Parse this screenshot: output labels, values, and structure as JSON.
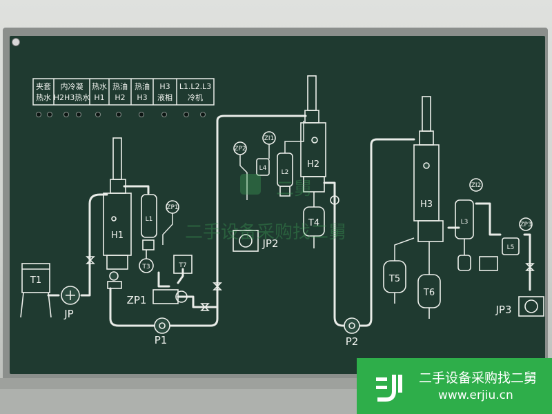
{
  "legend": {
    "headers": [
      {
        "line1": "夹套",
        "line2": "热水"
      },
      {
        "line1": "内冷凝",
        "line2": "H2H3热水"
      },
      {
        "line1": "热水",
        "line2": "H1"
      },
      {
        "line1": "热油",
        "line2": "H2"
      },
      {
        "line1": "热油",
        "line2": "H3"
      },
      {
        "line1": "H3",
        "line2": "液相"
      },
      {
        "line1": "L1.L2.L3",
        "line2": "冷机"
      }
    ]
  },
  "labels": {
    "T1": "T1",
    "JP": "JP",
    "H1": "H1",
    "L1": "L1",
    "T3": "T3",
    "ZP1_gauge": "ZP1",
    "T7": "T7",
    "ZP1": "ZP1",
    "P1": "P1",
    "ZP2": "ZP2",
    "ZI1": "ZI1",
    "L4": "L4",
    "L2": "L2",
    "JP2": "JP2",
    "H2": "H2",
    "T4": "T4",
    "P2": "P2",
    "H3": "H3",
    "ZI2": "ZI2",
    "L3": "L3",
    "ZP3": "ZP3",
    "L5": "L5",
    "T5": "T5",
    "T6": "T6",
    "JP3": "JP3"
  },
  "watermark": {
    "board_text": "二手设备采购找二舅",
    "logo_text": "二舅",
    "banner_title": "二手设备采购找二舅",
    "banner_url": "www.erjiu.cn"
  },
  "colors": {
    "board": "#1f3a30",
    "lines": "#e9ece8",
    "banner": "#2eae4a"
  }
}
